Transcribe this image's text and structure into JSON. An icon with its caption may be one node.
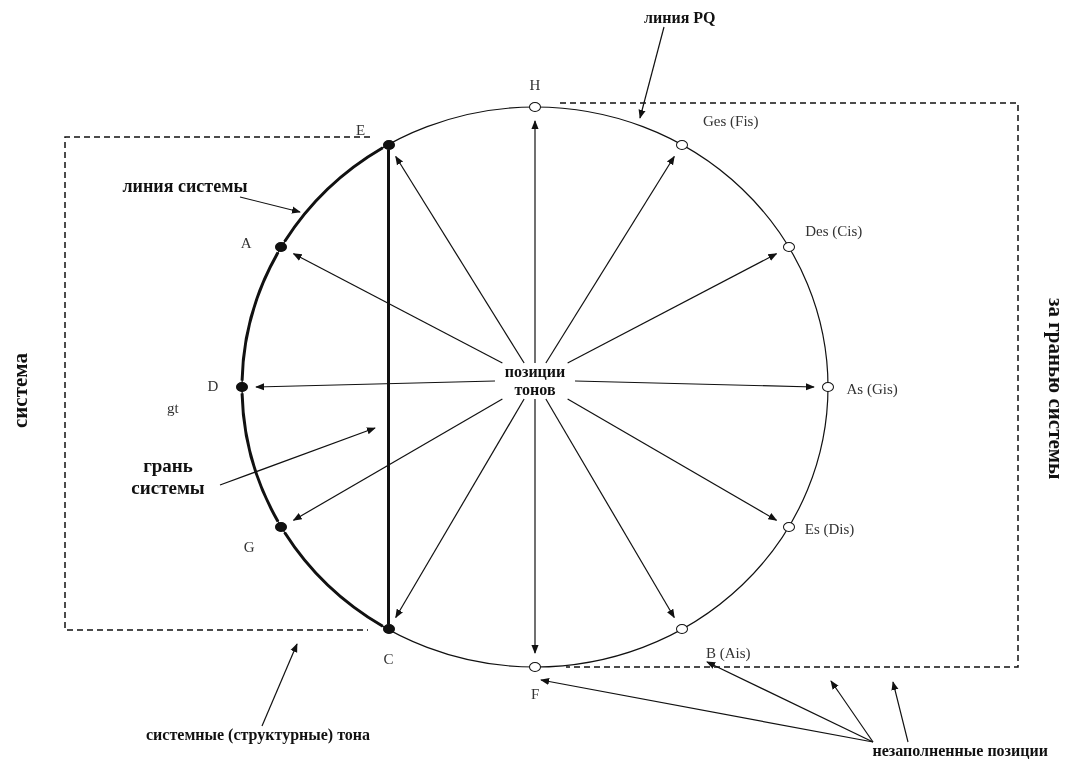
{
  "diagram": {
    "nodes": [
      {
        "text": [
          "позиции тонов"
        ]
      },
      {
        "text": [
          "H"
        ]
      },
      {
        "text": [
          "Ges (Fis)"
        ]
      },
      {
        "text": [
          "Des (Cis)"
        ]
      },
      {
        "text": [
          "As (Gis)"
        ]
      },
      {
        "text": [
          "Es (Dis)"
        ]
      },
      {
        "text": [
          "B (Ais)"
        ]
      },
      {
        "text": [
          "F"
        ]
      },
      {
        "text": [
          "C"
        ]
      },
      {
        "text": [
          "G"
        ]
      },
      {
        "text": [
          "D"
        ]
      },
      {
        "text": [
          "A"
        ]
      },
      {
        "text": [
          "E"
        ]
      },
      {
        "text": [
          "линия PQ"
        ]
      },
      {
        "text": [
          "линия системы"
        ]
      },
      {
        "text": [
          "грань системы"
        ]
      },
      {
        "text": [
          "системные (структурные) тона"
        ]
      },
      {
        "text": [
          "незаполненные позиции"
        ]
      }
    ],
    "edges": [
      {
        "from": 0,
        "to": 1,
        "arrow": "to"
      },
      {
        "from": 0,
        "to": 2,
        "arrow": "to"
      },
      {
        "from": 0,
        "to": 3,
        "arrow": "to"
      },
      {
        "from": 0,
        "to": 4,
        "arrow": "to"
      },
      {
        "from": 0,
        "to": 5,
        "arrow": "to"
      },
      {
        "from": 0,
        "to": 6,
        "arrow": "to"
      },
      {
        "from": 0,
        "to": 7,
        "arrow": "to"
      },
      {
        "from": 0,
        "to": 8,
        "arrow": "to"
      },
      {
        "from": 0,
        "to": 9,
        "arrow": "to"
      },
      {
        "from": 0,
        "to": 10,
        "arrow": "to"
      },
      {
        "from": 0,
        "to": 11,
        "arrow": "to"
      },
      {
        "from": 0,
        "to": 12,
        "arrow": "to"
      },
      {
        "from": 12,
        "to": 8,
        "arrow": "none",
        "style": "thick"
      },
      {
        "from": 12,
        "to": 11,
        "arrow": "none",
        "style": "thick"
      },
      {
        "from": 11,
        "to": 10,
        "arrow": "none",
        "style": "thick"
      },
      {
        "from": 10,
        "to": 9,
        "arrow": "none",
        "style": "thick"
      },
      {
        "from": 9,
        "to": 8,
        "arrow": "none",
        "style": "thick"
      },
      {
        "from": 13,
        "to": null,
        "arrow": "to"
      },
      {
        "from": 14,
        "to": null,
        "arrow": "to"
      },
      {
        "from": 15,
        "to": null,
        "arrow": "to"
      },
      {
        "from": 16,
        "to": null,
        "arrow": "to"
      },
      {
        "from": 17,
        "to": 7,
        "arrow": "to"
      },
      {
        "from": 17,
        "to": 6,
        "arrow": "to"
      },
      {
        "from": 17,
        "to": null,
        "arrow": "to"
      },
      {
        "from": 17,
        "to": null,
        "arrow": "to"
      }
    ],
    "labels": [
      "система",
      "gt",
      "за гранью системы"
    ]
  }
}
